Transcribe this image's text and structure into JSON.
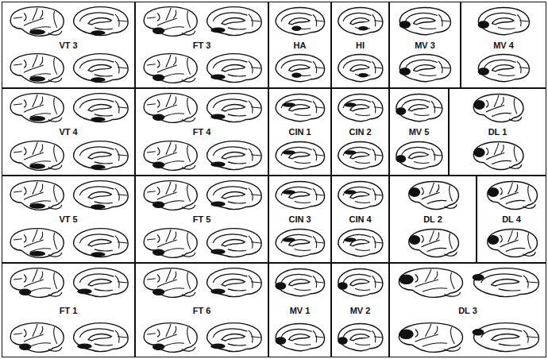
{
  "diagram": {
    "nodes": [
      {
        "text": [
          "VT 3"
        ]
      },
      {
        "text": [
          "FT 3"
        ]
      },
      {
        "text": [
          "HA"
        ]
      },
      {
        "text": [
          "HI"
        ]
      },
      {
        "text": [
          "MV 3"
        ]
      },
      {
        "text": [
          "MV 4"
        ]
      },
      {
        "text": [
          "VT 4"
        ]
      },
      {
        "text": [
          "FT 4"
        ]
      },
      {
        "text": [
          "CIN 1"
        ]
      },
      {
        "text": [
          "CIN 2"
        ]
      },
      {
        "text": [
          "MV 5"
        ]
      },
      {
        "text": [
          "DL 1"
        ]
      },
      {
        "text": [
          "VT 5"
        ]
      },
      {
        "text": [
          "FT 5"
        ]
      },
      {
        "text": [
          "CIN 3"
        ]
      },
      {
        "text": [
          "CIN 4"
        ]
      },
      {
        "text": [
          "DL 2"
        ]
      },
      {
        "text": [
          "DL 4"
        ]
      },
      {
        "text": [
          "FT 1"
        ]
      },
      {
        "text": [
          "FT 6"
        ]
      },
      {
        "text": [
          "MV 1"
        ]
      },
      {
        "text": [
          "MV 2"
        ]
      },
      {
        "text": [
          "DL 3"
        ]
      }
    ]
  }
}
